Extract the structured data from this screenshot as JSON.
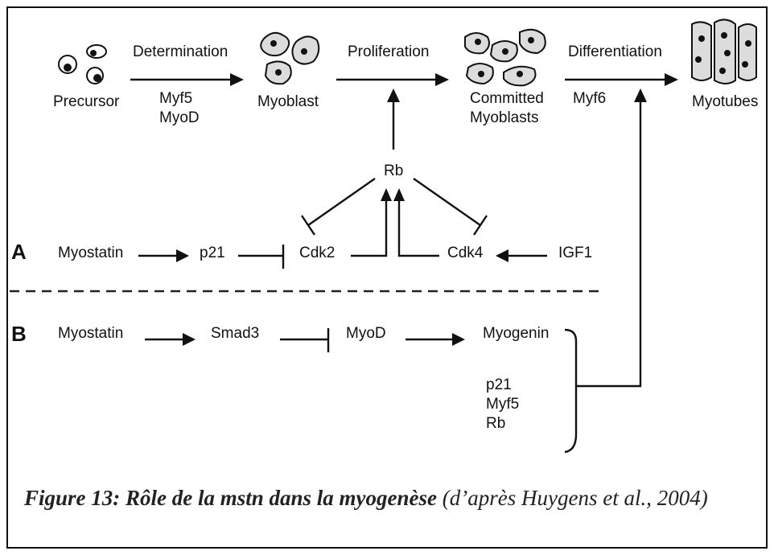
{
  "diagram": {
    "top_row": {
      "precursor": "Precursor",
      "determination": "Determination",
      "myf5": "Myf5",
      "myod": "MyoD",
      "myoblast": "Myoblast",
      "proliferation": "Proliferation",
      "committed": "Committed",
      "myoblasts": "Myoblasts",
      "differentiation": "Differentiation",
      "myf6": "Myf6",
      "myotubes": "Myotubes"
    },
    "rb": "Rb",
    "panel_a": {
      "letter": "A",
      "myostatin": "Myostatin",
      "p21": "p21",
      "cdk2": "Cdk2",
      "cdk4": "Cdk4",
      "igf1": "IGF1"
    },
    "panel_b": {
      "letter": "B",
      "myostatin": "Myostatin",
      "smad3": "Smad3",
      "myod": "MyoD",
      "myogenin": "Myogenin",
      "p21": "p21",
      "myf5": "Myf5",
      "rb": "Rb"
    }
  },
  "caption": {
    "bold_part": "Figure 13: Rôle de la mstn dans la myogenèse",
    "italic_part": "(d’après Huygens et al., 2004)"
  }
}
